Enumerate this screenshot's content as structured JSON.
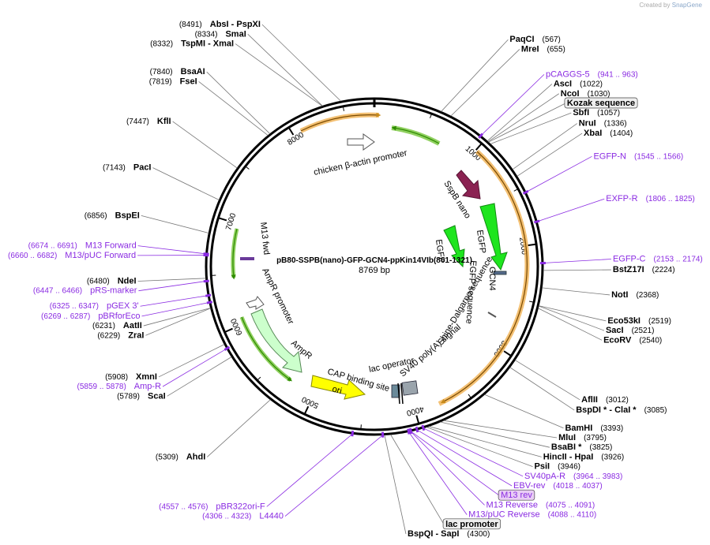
{
  "credit": {
    "prefix": "Created by",
    "brand": "SnapGene"
  },
  "plasmid": {
    "name": "pB80-SSPB(nano)-GFP-GCN4-ppKin14VIb(861-1321)",
    "length_label": "8769 bp",
    "length": 8769
  },
  "colors": {
    "enzyme": "#000000",
    "primer": "#8a2be2",
    "backbone": "#000000",
    "promoter_green": "#2e8b00",
    "gfp": "#1ee51e",
    "sspb": "#8b2252",
    "orf_outline": "#f0a030"
  },
  "ticks": [
    "1000",
    "2000",
    "3000",
    "4000",
    "5000",
    "6000",
    "7000",
    "8000"
  ],
  "sites": [
    {
      "id": "absi",
      "name": "AbsI  -  PspXI",
      "pos": "(8491)",
      "side": "left",
      "bp": 8491
    },
    {
      "id": "smai",
      "name": "SmaI",
      "pos": "(8334)",
      "side": "left",
      "bp": 8334
    },
    {
      "id": "tspmi",
      "name": "TspMI  -  XmaI",
      "pos": "(8332)",
      "side": "left",
      "bp": 8332
    },
    {
      "id": "bsaai",
      "name": "BsaAI",
      "pos": "(7840)",
      "side": "left",
      "bp": 7840
    },
    {
      "id": "fsei",
      "name": "FseI",
      "pos": "(7819)",
      "side": "left",
      "bp": 7819
    },
    {
      "id": "kfli",
      "name": "KflI",
      "pos": "(7447)",
      "side": "left",
      "bp": 7447
    },
    {
      "id": "paci",
      "name": "PacI",
      "pos": "(7143)",
      "side": "left",
      "bp": 7143
    },
    {
      "id": "bspei",
      "name": "BspEI",
      "pos": "(6856)",
      "side": "left",
      "bp": 6856
    },
    {
      "id": "ndei",
      "name": "NdeI",
      "pos": "(6480)",
      "side": "left",
      "bp": 6480
    },
    {
      "id": "aatii",
      "name": "AatII",
      "pos": "(6231)",
      "side": "left",
      "bp": 6231
    },
    {
      "id": "zrai",
      "name": "ZraI",
      "pos": "(6229)",
      "side": "left",
      "bp": 6229
    },
    {
      "id": "xmni",
      "name": "XmnI",
      "pos": "(5908)",
      "side": "left",
      "bp": 5908
    },
    {
      "id": "scai",
      "name": "ScaI",
      "pos": "(5789)",
      "side": "left",
      "bp": 5789
    },
    {
      "id": "ahdi",
      "name": "AhdI",
      "pos": "(5309)",
      "side": "left",
      "bp": 5309
    },
    {
      "id": "paqci",
      "name": "PaqCI",
      "pos": "(567)",
      "side": "right",
      "bp": 567
    },
    {
      "id": "mrei",
      "name": "MreI",
      "pos": "(655)",
      "side": "right",
      "bp": 655
    },
    {
      "id": "asci",
      "name": "AscI",
      "pos": "(1022)",
      "side": "right",
      "bp": 1022
    },
    {
      "id": "ncoi",
      "name": "NcoI",
      "pos": "(1030)",
      "side": "right",
      "bp": 1030
    },
    {
      "id": "sbfi",
      "name": "SbfI",
      "pos": "(1057)",
      "side": "right",
      "bp": 1057
    },
    {
      "id": "nrui",
      "name": "NruI",
      "pos": "(1336)",
      "side": "right",
      "bp": 1336
    },
    {
      "id": "xbai",
      "name": "XbaI",
      "pos": "(1404)",
      "side": "right",
      "bp": 1404
    },
    {
      "id": "bstz17i",
      "name": "BstZ17I",
      "pos": "(2224)",
      "side": "right",
      "bp": 2224
    },
    {
      "id": "noti",
      "name": "NotI",
      "pos": "(2368)",
      "side": "right",
      "bp": 2368
    },
    {
      "id": "eco53ki",
      "name": "Eco53kI",
      "pos": "(2519)",
      "side": "right",
      "bp": 2519
    },
    {
      "id": "saci",
      "name": "SacI",
      "pos": "(2521)",
      "side": "right",
      "bp": 2521
    },
    {
      "id": "ecorv",
      "name": "EcoRV",
      "pos": "(2540)",
      "side": "right",
      "bp": 2540
    },
    {
      "id": "aflii",
      "name": "AflII",
      "pos": "(3012)",
      "side": "right",
      "bp": 3012
    },
    {
      "id": "bspdi",
      "name": "BspDI *  -  ClaI *",
      "pos": "(3085)",
      "side": "right",
      "bp": 3085
    },
    {
      "id": "bamhi",
      "name": "BamHI",
      "pos": "(3393)",
      "side": "right",
      "bp": 3393
    },
    {
      "id": "mlui",
      "name": "MluI",
      "pos": "(3795)",
      "side": "right",
      "bp": 3795
    },
    {
      "id": "bsabi",
      "name": "BsaBI *",
      "pos": "(3825)",
      "side": "right",
      "bp": 3825
    },
    {
      "id": "hincii",
      "name": "HincII  -  HpaI",
      "pos": "(3926)",
      "side": "right",
      "bp": 3926
    },
    {
      "id": "psii",
      "name": "PsiI",
      "pos": "(3946)",
      "side": "right",
      "bp": 3946
    },
    {
      "id": "bspqi",
      "name": "BspQI  -  SapI",
      "pos": "(4300)",
      "side": "right",
      "bp": 4300
    }
  ],
  "primers": [
    {
      "id": "pcaggs5",
      "name": "pCAGGS-5",
      "pos": "(941 .. 963)",
      "side": "right",
      "bp": 952
    },
    {
      "id": "egfpn",
      "name": "EGFP-N",
      "pos": "(1545 .. 1566)",
      "side": "right",
      "bp": 1555
    },
    {
      "id": "exfpr",
      "name": "EXFP-R",
      "pos": "(1806 .. 1825)",
      "side": "right",
      "bp": 1815
    },
    {
      "id": "egfpc",
      "name": "EGFP-C",
      "pos": "(2153 .. 2174)",
      "side": "right",
      "bp": 2163
    },
    {
      "id": "sv40par",
      "name": "SV40pA-R",
      "pos": "(3964 .. 3983)",
      "side": "right",
      "bp": 3974
    },
    {
      "id": "ebvrev",
      "name": "EBV-rev",
      "pos": "(4018 .. 4037)",
      "side": "right",
      "bp": 4028
    },
    {
      "id": "m13rev",
      "name": "M13 rev",
      "pos": "",
      "side": "right",
      "bp": 4080,
      "boxed": true
    },
    {
      "id": "m13reverse",
      "name": "M13 Reverse",
      "pos": "(4075 .. 4091)",
      "side": "right",
      "bp": 4083
    },
    {
      "id": "m13pucrev",
      "name": "M13/pUC Reverse",
      "pos": "(4088 .. 4110)",
      "side": "right",
      "bp": 4099
    },
    {
      "id": "l4440",
      "name": "L4440",
      "pos": "(4306 .. 4323)",
      "side": "left",
      "bp": 4315
    },
    {
      "id": "pbr322ori",
      "name": "pBR322ori-F",
      "pos": "(4557 .. 4576)",
      "side": "left",
      "bp": 4566
    },
    {
      "id": "ampr",
      "name": "Amp-R",
      "pos": "(5859 .. 5878)",
      "side": "left",
      "bp": 5868
    },
    {
      "id": "pbrforeco",
      "name": "pBRforEco",
      "pos": "(6269 .. 6287)",
      "side": "left",
      "bp": 6278
    },
    {
      "id": "pgex3",
      "name": "pGEX 3'",
      "pos": "(6325 .. 6347)",
      "side": "left",
      "bp": 6336
    },
    {
      "id": "prsmarker",
      "name": "pRS-marker",
      "pos": "(6447 .. 6466)",
      "side": "left",
      "bp": 6456
    },
    {
      "id": "m13pucfwd",
      "name": "M13/pUC Forward",
      "pos": "(6660 .. 6682)",
      "side": "left",
      "bp": 6671
    },
    {
      "id": "m13forward",
      "name": "M13 Forward",
      "pos": "(6674 .. 6691)",
      "side": "left",
      "bp": 6682
    }
  ],
  "boxed_labels": [
    {
      "id": "kozak",
      "name": "Kozak sequence",
      "bp": 1035
    },
    {
      "id": "lacprom",
      "name": "lac promoter",
      "bp": 4250
    }
  ],
  "features": {
    "chicken": "chicken β-actin promoter",
    "sspb": "SspB nano",
    "egfp": "EGFP",
    "gcn4": "GCN4",
    "egfp_seq": "EGFP sequence",
    "sd": "Shine-Dalgarno sequence",
    "sv40": "SV40 poly(A) signal",
    "lacop": "lac operator",
    "cap": "CAP binding site",
    "ori": "ori",
    "ampr": "AmpR",
    "amprprom": "AmpR promoter",
    "m13fwd": "M13 fwd"
  }
}
